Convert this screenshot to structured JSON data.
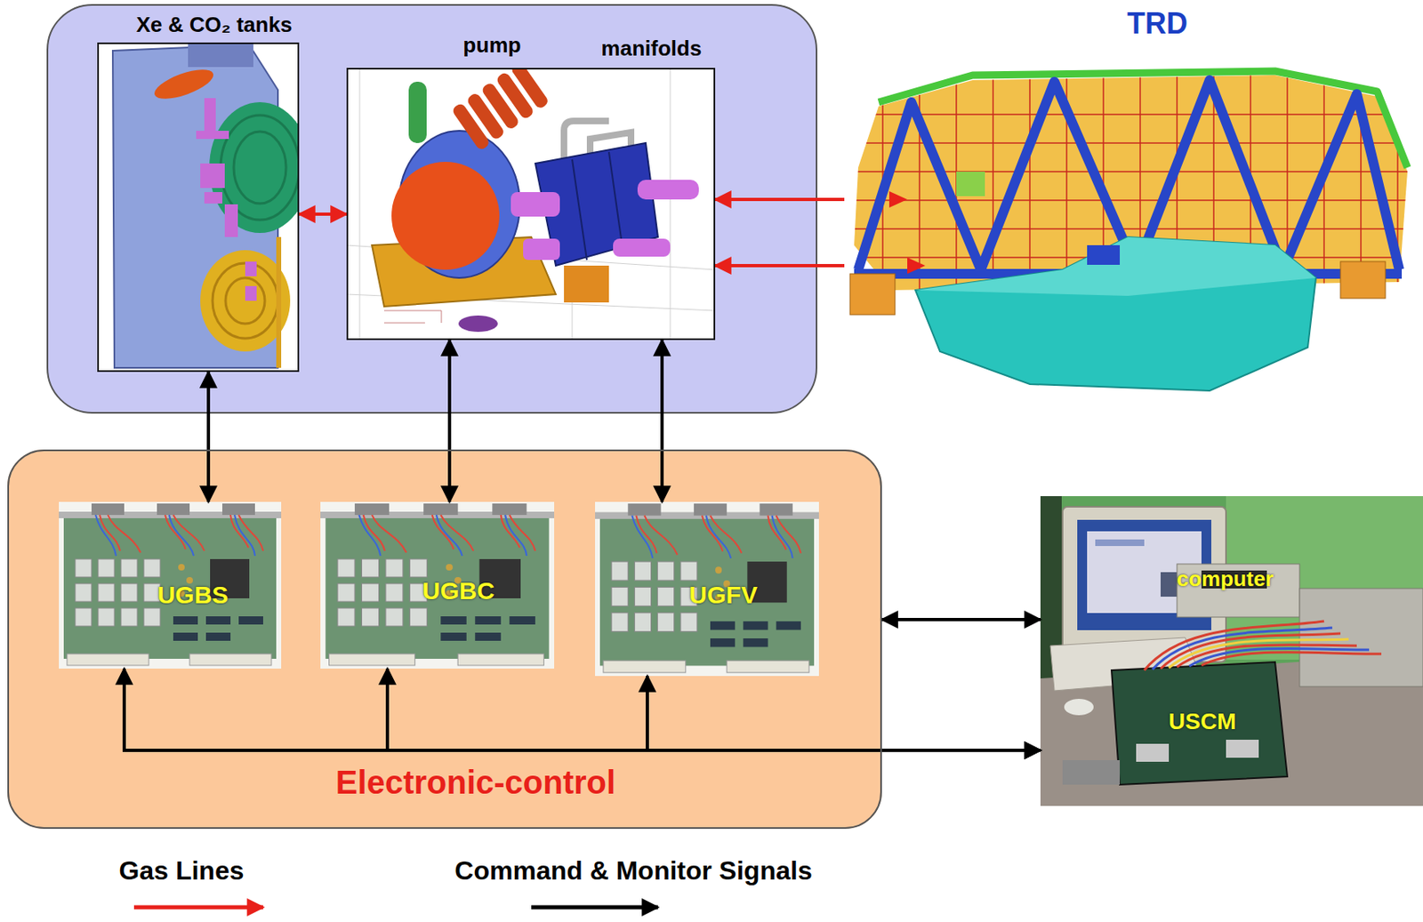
{
  "diagram": {
    "nodes": [
      {
        "text": [
          "Xe & CO₂ tanks"
        ]
      },
      {
        "text": [
          "pump",
          "manifolds"
        ]
      },
      {
        "text": [
          "TRD"
        ]
      },
      {
        "text": [
          "Electronic-control"
        ]
      },
      {
        "text": [
          "UGBS"
        ],
        "in": 3
      },
      {
        "text": [
          "UGBC"
        ],
        "in": 3
      },
      {
        "text": [
          "UGFV"
        ],
        "in": 3
      },
      {
        "text": [
          "computer",
          "USCM"
        ]
      }
    ],
    "edges": [
      {
        "from": 0,
        "to": 1,
        "arrow": "both"
      },
      {
        "from": 2,
        "to": 1,
        "arrow": "to"
      },
      {
        "from": 2,
        "to": 1,
        "arrow": "to"
      },
      {
        "from": 0,
        "to": 4,
        "arrow": "both"
      },
      {
        "from": 1,
        "to": 5,
        "arrow": "both"
      },
      {
        "from": 1,
        "to": 6,
        "arrow": "both"
      },
      {
        "from": 3,
        "to": 7,
        "arrow": "both"
      },
      {
        "from": 4,
        "to": 7,
        "arrow": "both"
      },
      {
        "from": 5,
        "to": 7,
        "arrow": "both"
      },
      {
        "from": 6,
        "to": 7,
        "arrow": "both"
      }
    ],
    "legend": [
      {
        "text": "Gas Lines"
      },
      {
        "text": "Command & Monitor Signals"
      }
    ]
  }
}
